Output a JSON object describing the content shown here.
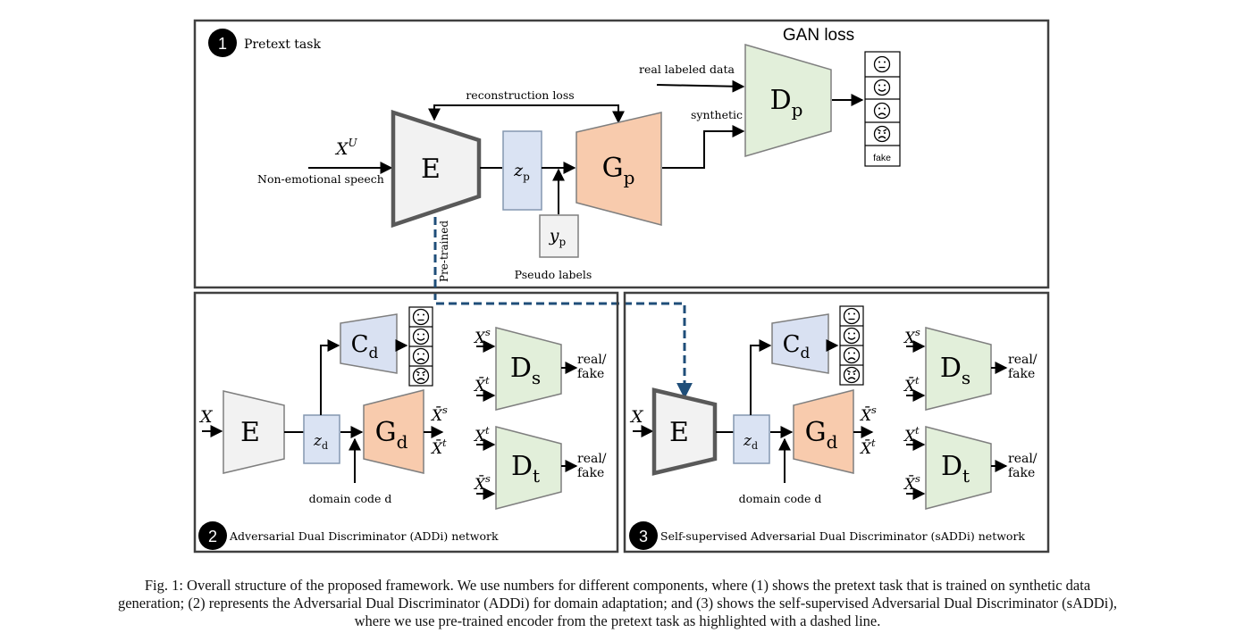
{
  "panels": {
    "p1": {
      "number": "1",
      "title": "Pretext task"
    },
    "p2": {
      "number": "2",
      "title": "Adversarial Dual Discriminator (ADDi) network"
    },
    "p3": {
      "number": "3",
      "title": "Self-supervised Adversarial Dual Discriminator (sADDi) network"
    }
  },
  "pretext": {
    "gan_loss": "GAN loss",
    "real_labeled_data": "real labeled data",
    "synthetic": "synthetic",
    "reconstruction_loss": "reconstruction loss",
    "input_var": "X",
    "input_sup": "U",
    "input_desc": "Non-emotional speech",
    "encoder": "E",
    "latent": "z",
    "latent_sub": "p",
    "pseudo": "y",
    "pseudo_sub": "p",
    "pseudo_labels": "Pseudo labels",
    "generator": "G",
    "generator_sub": "p",
    "discriminator": "D",
    "discriminator_sub": "p",
    "fake": "fake",
    "pretrained": "Pre-trained"
  },
  "addi": {
    "input_var": "X",
    "encoder": "E",
    "latent": "z",
    "latent_sub": "d",
    "classifier": "C",
    "classifier_sub": "d",
    "generator": "G",
    "generator_sub": "d",
    "domain_code": "domain code d",
    "out_top": "X̄",
    "out_top_sup": "s",
    "out_bottom": "X̄",
    "out_bottom_sup": "t",
    "ds_in1": "X",
    "ds_in1_sup": "s",
    "ds_in2": "X̄",
    "ds_in2_sup": "t",
    "ds_label": "D",
    "ds_sub": "s",
    "dt_in1": "X",
    "dt_in1_sup": "t",
    "dt_in2": "X̄",
    "dt_in2_sup": "s",
    "dt_label": "D",
    "dt_sub": "t",
    "real_fake_line1": "real/",
    "real_fake_line2": "fake"
  },
  "caption": [
    "Fig. 1: Overall structure of the proposed framework. We use numbers for different components, where (1) shows the pretext task that is trained on synthetic data",
    "generation; (2) represents the Adversarial Dual Discriminator (ADDi) for domain adaptation; and (3) shows the self-supervised Adversarial Dual Discriminator (sADDi),",
    "where we use pre-trained encoder from the pretext task as highlighted with a dashed line."
  ],
  "colors": {
    "encoder_fill": "#f2f2f2",
    "latent_fill": "#dae3f3",
    "generator_fill": "#f8cbad",
    "discriminator_fill": "#e2efda",
    "classifier_fill": "#d9e1f2",
    "dashed_arrow": "#1f4e79",
    "frame": "#404040"
  },
  "icons": [
    "neutral-face-icon",
    "happy-face-icon",
    "sad-face-icon",
    "angry-face-icon"
  ]
}
